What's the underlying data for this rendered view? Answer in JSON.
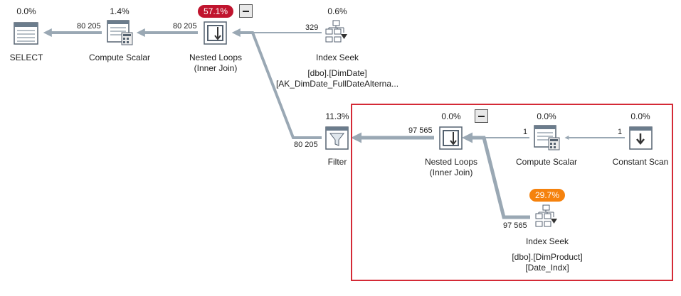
{
  "colors": {
    "arrow": "#9aa8b4",
    "highlight": "#d42a36",
    "cost_high": "#c0142e",
    "cost_medium": "#f5820d"
  },
  "operators": {
    "select": {
      "label": "SELECT",
      "cost": "0.0%",
      "icon": "select-icon"
    },
    "compute_scalar_1": {
      "label": "Compute Scalar",
      "cost": "1.4%",
      "icon": "compute-scalar-icon"
    },
    "nested_loops_1": {
      "label": "Nested Loops",
      "sublabel": "(Inner Join)",
      "cost": "57.1%",
      "icon": "nested-loops-icon"
    },
    "index_seek_1": {
      "label": "Index Seek",
      "object": "[dbo].[DimDate]",
      "index": "[AK_DimDate_FullDateAlterna...",
      "cost": "0.6%",
      "icon": "index-seek-icon"
    },
    "filter": {
      "label": "Filter",
      "cost": "11.3%",
      "icon": "filter-icon"
    },
    "nested_loops_2": {
      "label": "Nested Loops",
      "sublabel": "(Inner Join)",
      "cost": "0.0%",
      "icon": "nested-loops-icon"
    },
    "compute_scalar_2": {
      "label": "Compute Scalar",
      "cost": "0.0%",
      "icon": "compute-scalar-icon"
    },
    "constant_scan": {
      "label": "Constant Scan",
      "cost": "0.0%",
      "icon": "constant-scan-icon"
    },
    "index_seek_2": {
      "label": "Index Seek",
      "object": "[dbo].[DimProduct]",
      "index": "[Date_Indx]",
      "cost": "29.7%",
      "icon": "index-seek-icon"
    }
  },
  "rows": {
    "compute_to_select": "80 205",
    "loops_to_compute": "80 205",
    "seek_to_loops": "329",
    "filter_to_loops": "80 205",
    "loops2_to_filter": "97 565",
    "compute2_to_loops2": "1",
    "scan_to_compute2": "1",
    "seek2_to_loops2": "97 565"
  }
}
